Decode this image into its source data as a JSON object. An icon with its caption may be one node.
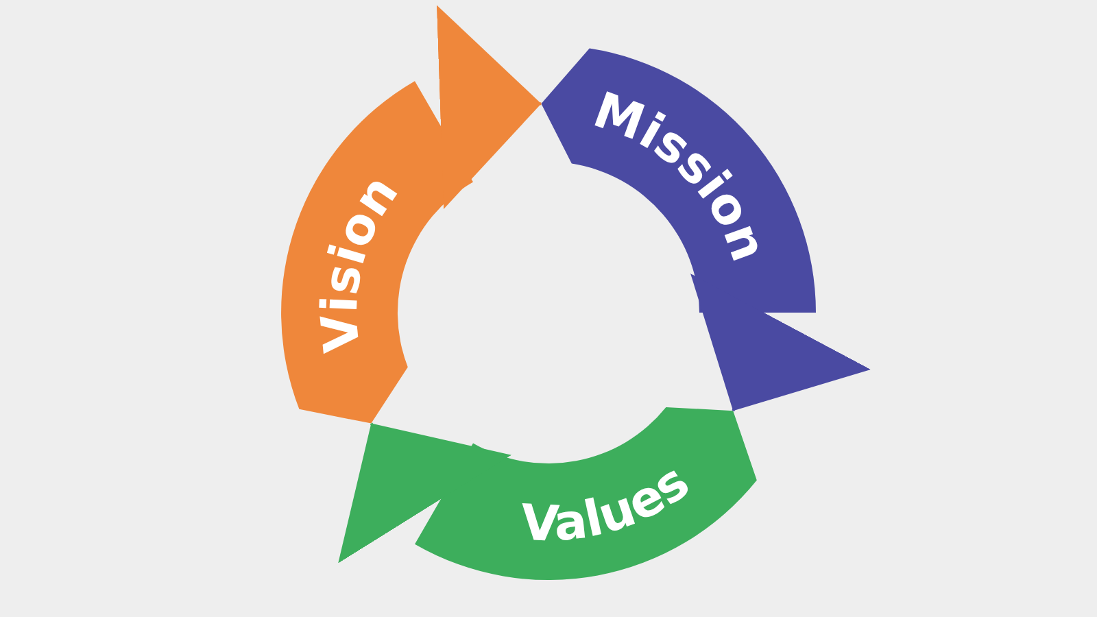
{
  "diagram": {
    "nodes": [
      {
        "text": [
          "Mission"
        ]
      },
      {
        "text": [
          "Values"
        ]
      },
      {
        "text": [
          "Vision"
        ]
      }
    ],
    "edges": [
      {
        "from": 0,
        "to": 1,
        "arrow": "to",
        "color": "#4a4aa2"
      },
      {
        "from": 1,
        "to": 2,
        "arrow": "to",
        "color": "#3dae5c"
      },
      {
        "from": 2,
        "to": 0,
        "arrow": "to",
        "color": "#ef873b"
      }
    ]
  }
}
